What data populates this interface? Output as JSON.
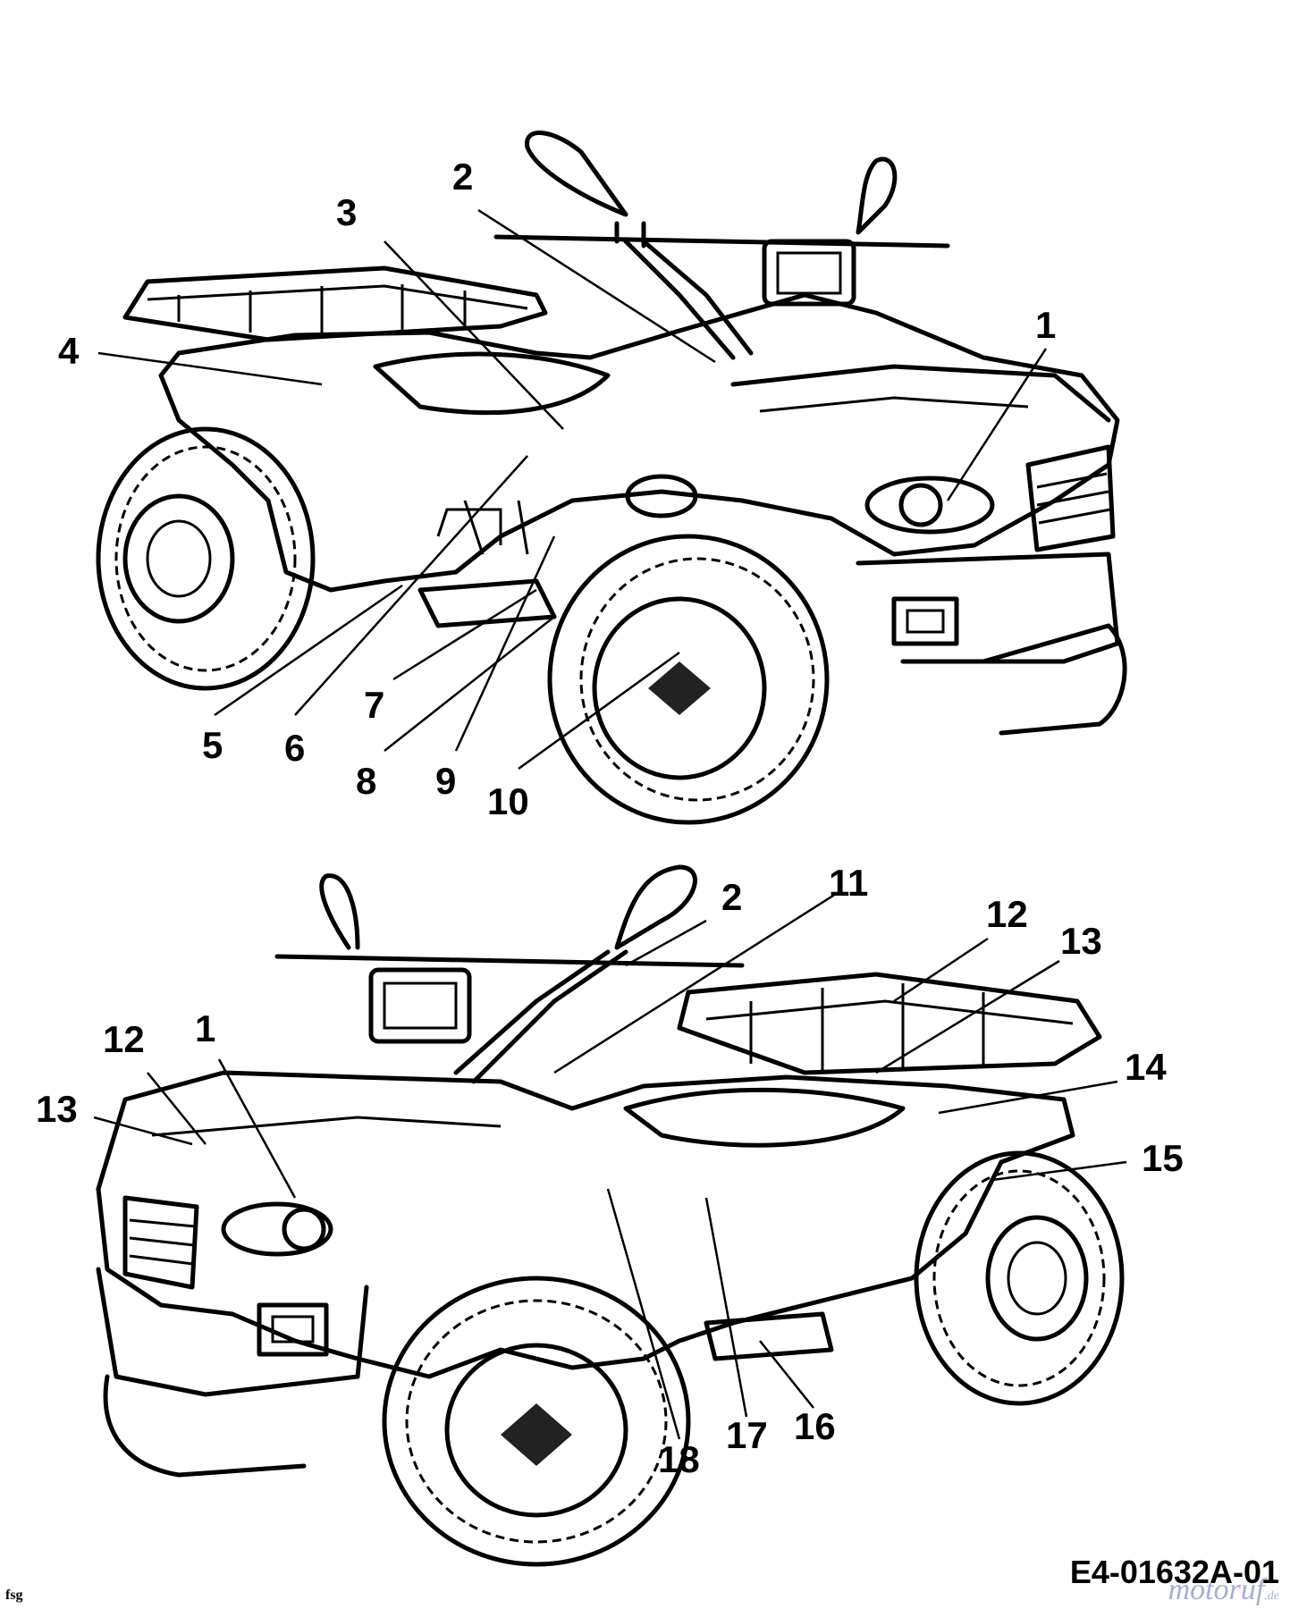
{
  "figure": {
    "top_view": {
      "callouts": [
        "1",
        "2",
        "3",
        "4",
        "5",
        "6",
        "7",
        "8",
        "9",
        "10"
      ]
    },
    "bottom_view": {
      "callouts": [
        "2",
        "11",
        "12",
        "13",
        "1",
        "12",
        "13",
        "14",
        "15",
        "18",
        "17",
        "16"
      ]
    }
  },
  "footer": {
    "drawing_code": "E4-01632A-01",
    "initials": "fsg",
    "watermark_main": "motoruf",
    "watermark_tld": ".de"
  },
  "colors": {
    "line": "#000000",
    "background": "#ffffff",
    "watermark": "#8f9bc7"
  }
}
